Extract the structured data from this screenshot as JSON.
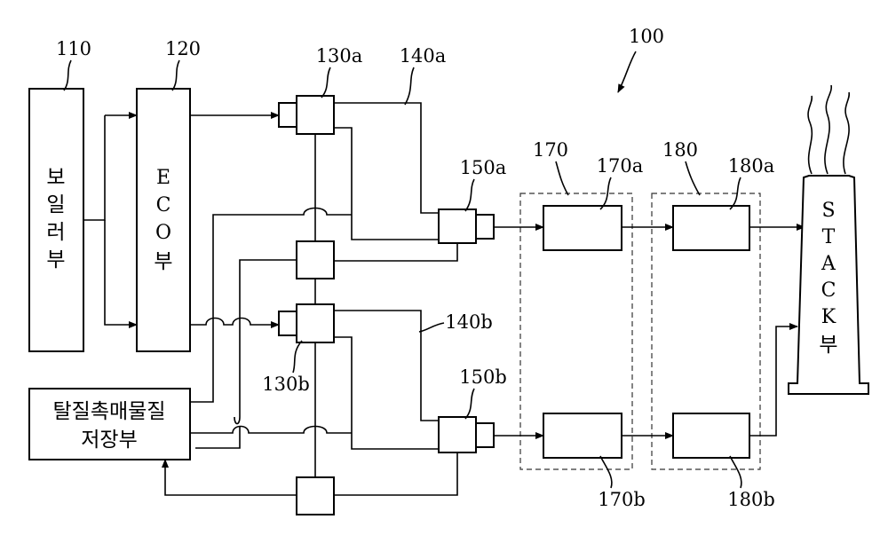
{
  "refs": {
    "system": "100",
    "boiler": "110",
    "eco": "120",
    "splitter_a": "130a",
    "splitter_b": "130b",
    "line_a": "140a",
    "line_b": "140b",
    "injector_a": "150a",
    "injector_b": "150b",
    "reactor_group_170": "170",
    "reactor_170a": "170a",
    "reactor_170b": "170b",
    "reactor_group_180": "180",
    "reactor_180a": "180a",
    "reactor_180b": "180b"
  },
  "blocks": {
    "boiler_chars": [
      "보",
      "일",
      "러",
      "부"
    ],
    "eco_chars": [
      "E",
      "C",
      "O",
      "부"
    ],
    "storage_line1": "탈질촉매물질",
    "storage_line2": "저장부",
    "stack_chars": [
      "S",
      "T",
      "A",
      "C",
      "K",
      "부"
    ]
  }
}
